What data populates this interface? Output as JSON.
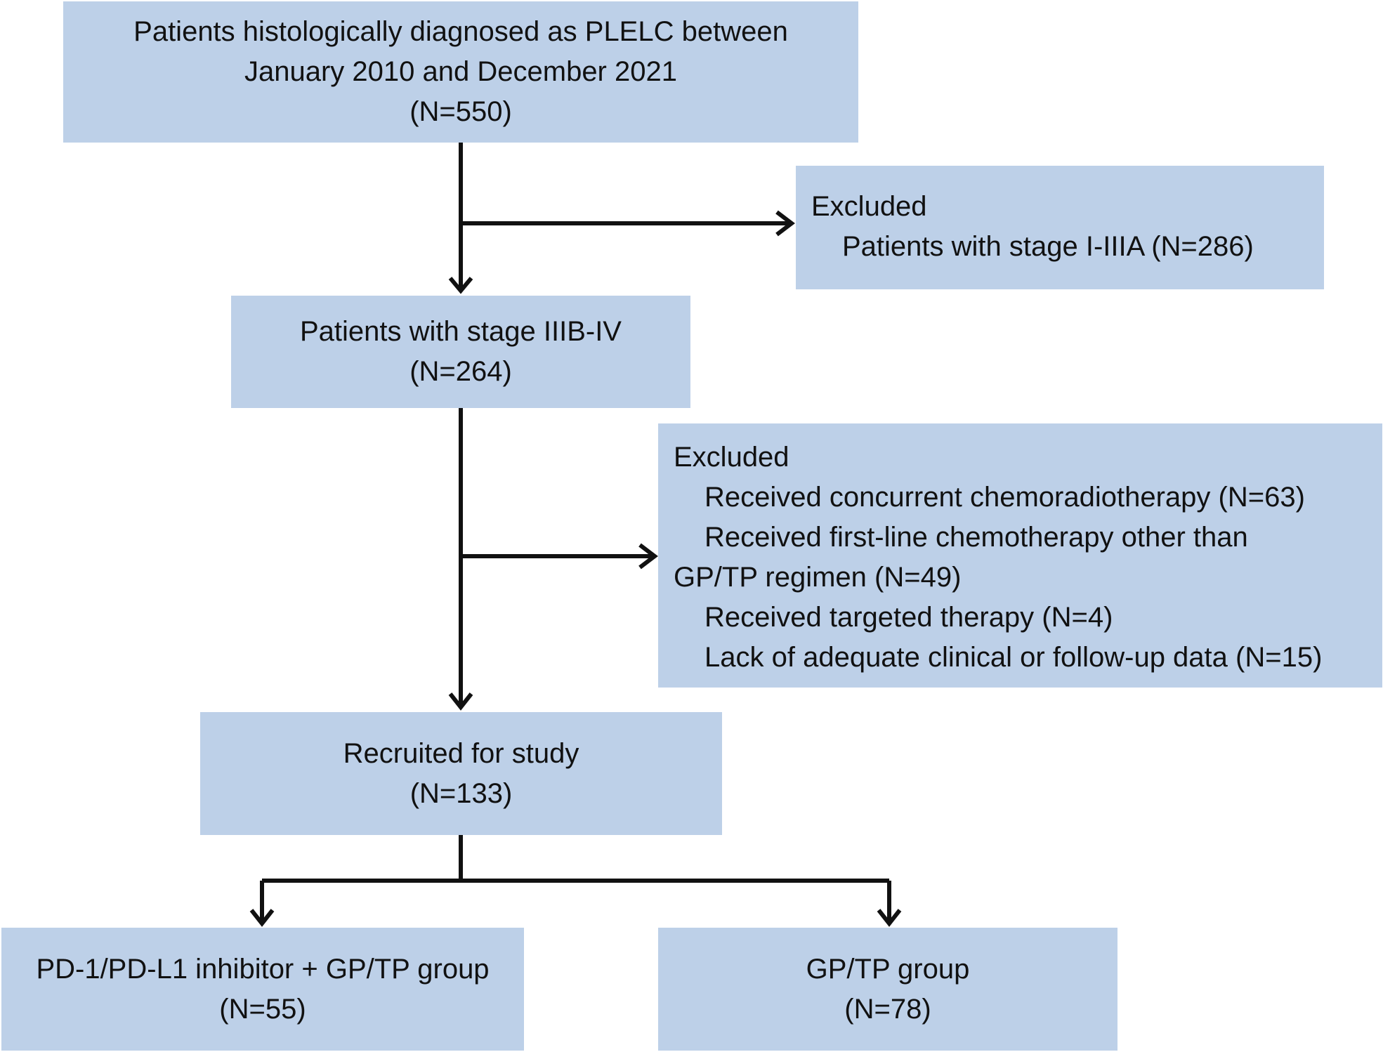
{
  "boxes": {
    "initial": {
      "lines": [
        "Patients histologically diagnosed as PLELC between",
        "January 2010 and December 2021",
        "(N=550)"
      ]
    },
    "excluded1": {
      "heading": "Excluded",
      "items": [
        "Patients with stage I-IIIA (N=286)"
      ]
    },
    "stage": {
      "lines": [
        "Patients with stage IIIB-IV",
        "(N=264)"
      ]
    },
    "excluded2": {
      "heading": "Excluded",
      "item1": "Received concurrent chemoradiotherapy (N=63)",
      "item2a": "Received first-line chemotherapy other than",
      "item2b": "GP/TP regimen (N=49)",
      "item3": "Received targeted therapy (N=4)",
      "item4": "Lack of adequate clinical or follow-up data (N=15)"
    },
    "recruited": {
      "lines": [
        "Recruited for study",
        "(N=133)"
      ]
    },
    "group_pd1": {
      "lines": [
        "PD-1/PD-L1 inhibitor + GP/TP group",
        "(N=55)"
      ]
    },
    "group_gptp": {
      "lines": [
        "GP/TP group",
        "(N=78)"
      ]
    }
  },
  "colors": {
    "box_fill": "#bdd0e8",
    "arrow": "#111111"
  }
}
